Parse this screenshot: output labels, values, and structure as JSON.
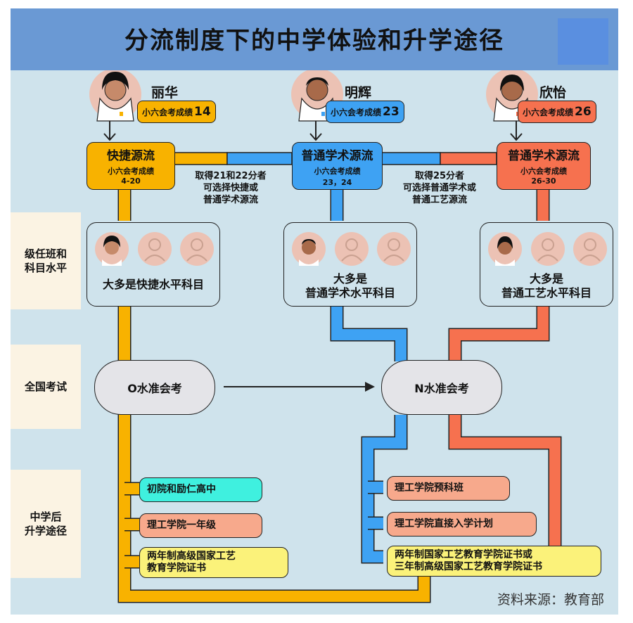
{
  "title": "分流制度下的中学体验和升学途径",
  "row_labels": {
    "class": "级任班和\n科目水平",
    "exam": "全国考试",
    "after": "中学后\n升学途径"
  },
  "students": [
    {
      "name": "丽华",
      "score_label": "小六会考成绩",
      "score": "14"
    },
    {
      "name": "明辉",
      "score_label": "小六会考成绩",
      "score": "23"
    },
    {
      "name": "欣怡",
      "score_label": "小六会考成绩",
      "score": "26"
    }
  ],
  "streams": [
    {
      "title": "快捷源流",
      "sub": "小六会考成绩",
      "range": "4-20",
      "color": "#f8b200"
    },
    {
      "title": "普通学术源流",
      "sub": "小六会考成绩",
      "range": "23，24",
      "color": "#3ea2f3"
    },
    {
      "title": "普通学术源流",
      "sub": "小六会考成绩",
      "range": "26-30",
      "color": "#f6714f"
    }
  ],
  "notes": {
    "left": "取得21和22分者\n可选择快捷或\n普通学术源流",
    "right": "取得25分者\n可选择普通学术或\n普通工艺源流"
  },
  "class_levels": [
    "大多是快捷水平科目",
    "大多是\n普通学术水平科目",
    "大多是\n普通工艺水平科目"
  ],
  "exams": {
    "o_level": "O水准会考",
    "n_level": "N水准会考"
  },
  "pathways_left": [
    {
      "label": "初院和励仁高中",
      "color": "#3ff0df"
    },
    {
      "label": "理工学院一年级",
      "color": "#f7a98c"
    },
    {
      "label": "两年制高级国家工艺\n教育学院证书",
      "color": "#fbf27a"
    }
  ],
  "pathways_right": [
    {
      "label": "理工学院预科班",
      "color": "#f7a98c"
    },
    {
      "label": "理工学院直接入学计划",
      "color": "#f7a98c"
    },
    {
      "label": "两年制国家工艺教育学院证书或\n三年制高级国家工艺教育学院证书",
      "color": "#fbf27a"
    }
  ],
  "source": "资料来源：教育部",
  "colors": {
    "express": "#f8b200",
    "academic": "#3ea2f3",
    "technical": "#f6714f",
    "background": "#cfe3ec",
    "header": "#6a99d4"
  }
}
